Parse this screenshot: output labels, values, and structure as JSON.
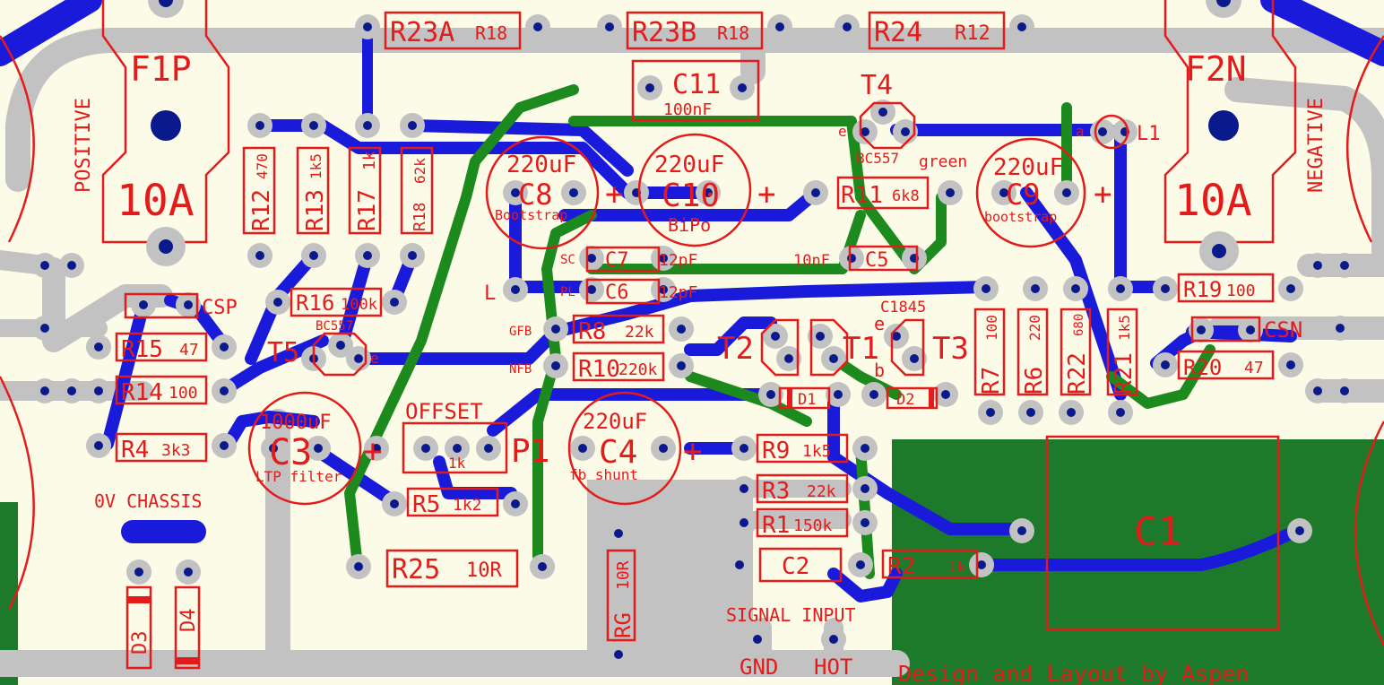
{
  "board": {
    "credit": "Design and Layout by Aspen",
    "signal_input": "SIGNAL INPUT",
    "gnd": "GND",
    "hot": "HOT",
    "ov_chassis": "0V CHASSIS",
    "positive": "POSITIVE",
    "negative": "NEGATIVE"
  },
  "fuses": {
    "f1p": {
      "name": "F1P",
      "rating": "10A"
    },
    "f2n": {
      "name": "F2N",
      "rating": "10A"
    }
  },
  "resistors": {
    "r23a": {
      "name": "R23A",
      "value": "R18"
    },
    "r23b": {
      "name": "R23B",
      "value": "R18"
    },
    "r24": {
      "name": "R24",
      "value": "R12"
    },
    "r12": {
      "name": "R12",
      "value": "470"
    },
    "r13": {
      "name": "R13",
      "value": "1k5"
    },
    "r17": {
      "name": "R17",
      "value": "1k"
    },
    "r18": {
      "name": "R18",
      "value": "62k"
    },
    "r16": {
      "name": "R16",
      "value": "100k"
    },
    "r15": {
      "name": "R15",
      "value": "47"
    },
    "r14": {
      "name": "R14",
      "value": "100"
    },
    "r4": {
      "name": "R4",
      "value": "3k3"
    },
    "r11": {
      "name": "R11",
      "value": "6k8"
    },
    "r8": {
      "name": "R8",
      "value": "22k"
    },
    "r10": {
      "name": "R10",
      "value": "220k"
    },
    "r5": {
      "name": "R5",
      "value": "1k2"
    },
    "r25": {
      "name": "R25",
      "value": "10R"
    },
    "r9": {
      "name": "R9",
      "value": "1k5"
    },
    "r3": {
      "name": "R3",
      "value": "22k"
    },
    "r1": {
      "name": "R1",
      "value": "150k"
    },
    "r2": {
      "name": "R2",
      "value": "1k"
    },
    "rg": {
      "name": "RG",
      "value": "10R"
    },
    "r7": {
      "name": "R7",
      "value": "100"
    },
    "r6": {
      "name": "R6",
      "value": "220"
    },
    "r22": {
      "name": "R22",
      "value": "680"
    },
    "r21": {
      "name": "R21",
      "value": "1k5"
    },
    "r19": {
      "name": "R19",
      "value": "100"
    },
    "r20": {
      "name": "R20",
      "value": "47"
    }
  },
  "capacitors": {
    "c11": {
      "name": "C11",
      "value": "100nF"
    },
    "c8": {
      "name": "C8",
      "value": "220uF",
      "note": "Bootstrap"
    },
    "c10": {
      "name": "C10",
      "value": "220uF",
      "note": "BiPo"
    },
    "c9": {
      "name": "C9",
      "value": "220uF",
      "note": "bootstrap"
    },
    "c7": {
      "name": "C7",
      "value": "12pF",
      "pin": "SC"
    },
    "c6": {
      "name": "C6",
      "value": "12pF",
      "pin": "PL"
    },
    "c5": {
      "name": "C5",
      "value": "10nF"
    },
    "c3": {
      "name": "C3",
      "value": "1000uF",
      "note": "LTP filter"
    },
    "c4": {
      "name": "C4",
      "value": "220uF",
      "note": "fb shunt"
    },
    "c2": {
      "name": "C2"
    },
    "c1": {
      "name": "C1"
    }
  },
  "transistors": {
    "t4": {
      "name": "T4",
      "type": "BC557",
      "extra": "green",
      "pin": "e"
    },
    "t5": {
      "name": "T5",
      "type": "BC557",
      "pin": "e"
    },
    "t2": {
      "name": "T2"
    },
    "t1": {
      "name": "T1"
    },
    "t3": {
      "name": "T3",
      "type": "C1845",
      "pin_e": "e",
      "pin_b": "b"
    }
  },
  "other": {
    "csp": "CSP",
    "csn": "CSN",
    "p1": {
      "name": "P1",
      "label": "OFFSET",
      "value": "1k"
    },
    "l1": {
      "name": "L1",
      "pin": "a"
    },
    "pin_l": "L",
    "gfb": "GFB",
    "nfb": "NFB",
    "d1": "D1",
    "d2": "D2",
    "d3": "D3",
    "d4": "D4"
  },
  "colors": {
    "background": "#fbfbe8",
    "silkscreen": "#e41b1b",
    "top_copper": "#1a1adb",
    "jumper": "#1d8a1d",
    "ground_plane": "#1d7a2a",
    "pad": "#c2c2c2"
  }
}
